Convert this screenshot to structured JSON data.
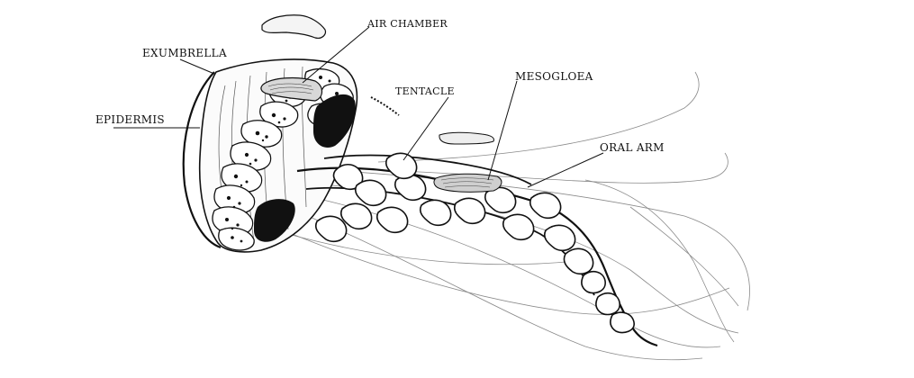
{
  "diagram": {
    "labels": {
      "exumbrella": "EXUMBRELLA",
      "epidermis": "EPIDERMIS",
      "air_chamber": "AIR CHAMBER",
      "tentacle": "TENTACLE",
      "mesogloea": "MESOGLOEA",
      "oral_arm": "ORAL ARM"
    },
    "colors": {
      "ink": "#111111",
      "paper": "#ffffff",
      "fine_line": "#8a8a8a"
    }
  }
}
